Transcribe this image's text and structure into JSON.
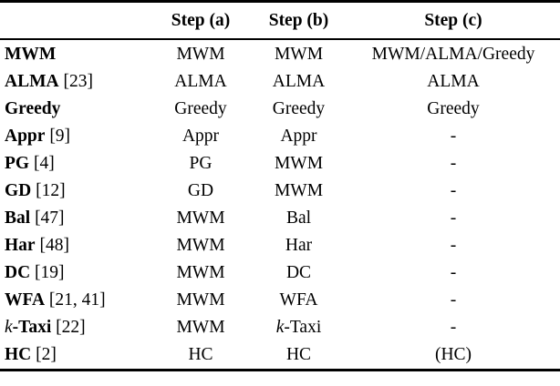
{
  "table": {
    "columns": [
      {
        "key": "algorithm",
        "label": "",
        "align": "left"
      },
      {
        "key": "step_a",
        "label": "Step (a)",
        "align": "center"
      },
      {
        "key": "step_b",
        "label": "Step (b)",
        "align": "center"
      },
      {
        "key": "step_c",
        "label": "Step (c)",
        "align": "center"
      }
    ],
    "headers": {
      "algorithm": "",
      "step_a": "Step (a)",
      "step_b": "Step (b)",
      "step_c": "Step (c)"
    },
    "rows": [
      {
        "algorithm_name": "MWM",
        "algorithm_name_italic_prefix": "",
        "algorithm_ref": "",
        "step_a": "MWM",
        "step_b": "MWM",
        "step_c": "MWM/ALMA/Greedy"
      },
      {
        "algorithm_name": "ALMA",
        "algorithm_name_italic_prefix": "",
        "algorithm_ref": "[23]",
        "step_a": "ALMA",
        "step_b": "ALMA",
        "step_c": "ALMA"
      },
      {
        "algorithm_name": "Greedy",
        "algorithm_name_italic_prefix": "",
        "algorithm_ref": "",
        "step_a": "Greedy",
        "step_b": "Greedy",
        "step_c": "Greedy"
      },
      {
        "algorithm_name": "Appr",
        "algorithm_name_italic_prefix": "",
        "algorithm_ref": "[9]",
        "step_a": "Appr",
        "step_b": "Appr",
        "step_c": "-"
      },
      {
        "algorithm_name": "PG",
        "algorithm_name_italic_prefix": "",
        "algorithm_ref": "[4]",
        "step_a": "PG",
        "step_b": "MWM",
        "step_c": "-"
      },
      {
        "algorithm_name": "GD",
        "algorithm_name_italic_prefix": "",
        "algorithm_ref": "[12]",
        "step_a": "GD",
        "step_b": "MWM",
        "step_c": "-"
      },
      {
        "algorithm_name": "Bal",
        "algorithm_name_italic_prefix": "",
        "algorithm_ref": "[47]",
        "step_a": "MWM",
        "step_b": "Bal",
        "step_c": "-"
      },
      {
        "algorithm_name": "Har",
        "algorithm_name_italic_prefix": "",
        "algorithm_ref": "[48]",
        "step_a": "MWM",
        "step_b": "Har",
        "step_c": "-"
      },
      {
        "algorithm_name": "DC",
        "algorithm_name_italic_prefix": "",
        "algorithm_ref": "[19]",
        "step_a": "MWM",
        "step_b": "DC",
        "step_c": "-"
      },
      {
        "algorithm_name": "WFA",
        "algorithm_name_italic_prefix": "",
        "algorithm_ref": "[21, 41]",
        "step_a": "MWM",
        "step_b": "WFA",
        "step_c": "-"
      },
      {
        "algorithm_name": "-Taxi",
        "algorithm_name_italic_prefix": "k",
        "algorithm_ref": "[22]",
        "step_a": "MWM",
        "step_b_italic_prefix": "k",
        "step_b": "-Taxi",
        "step_c": "-"
      },
      {
        "algorithm_name": "HC",
        "algorithm_name_italic_prefix": "",
        "algorithm_ref": "[2]",
        "step_a": "HC",
        "step_b": "HC",
        "step_c": "(HC)"
      }
    ]
  },
  "style": {
    "text_color": "#000000",
    "background_color": "#ffffff",
    "rule_color": "#000000"
  }
}
